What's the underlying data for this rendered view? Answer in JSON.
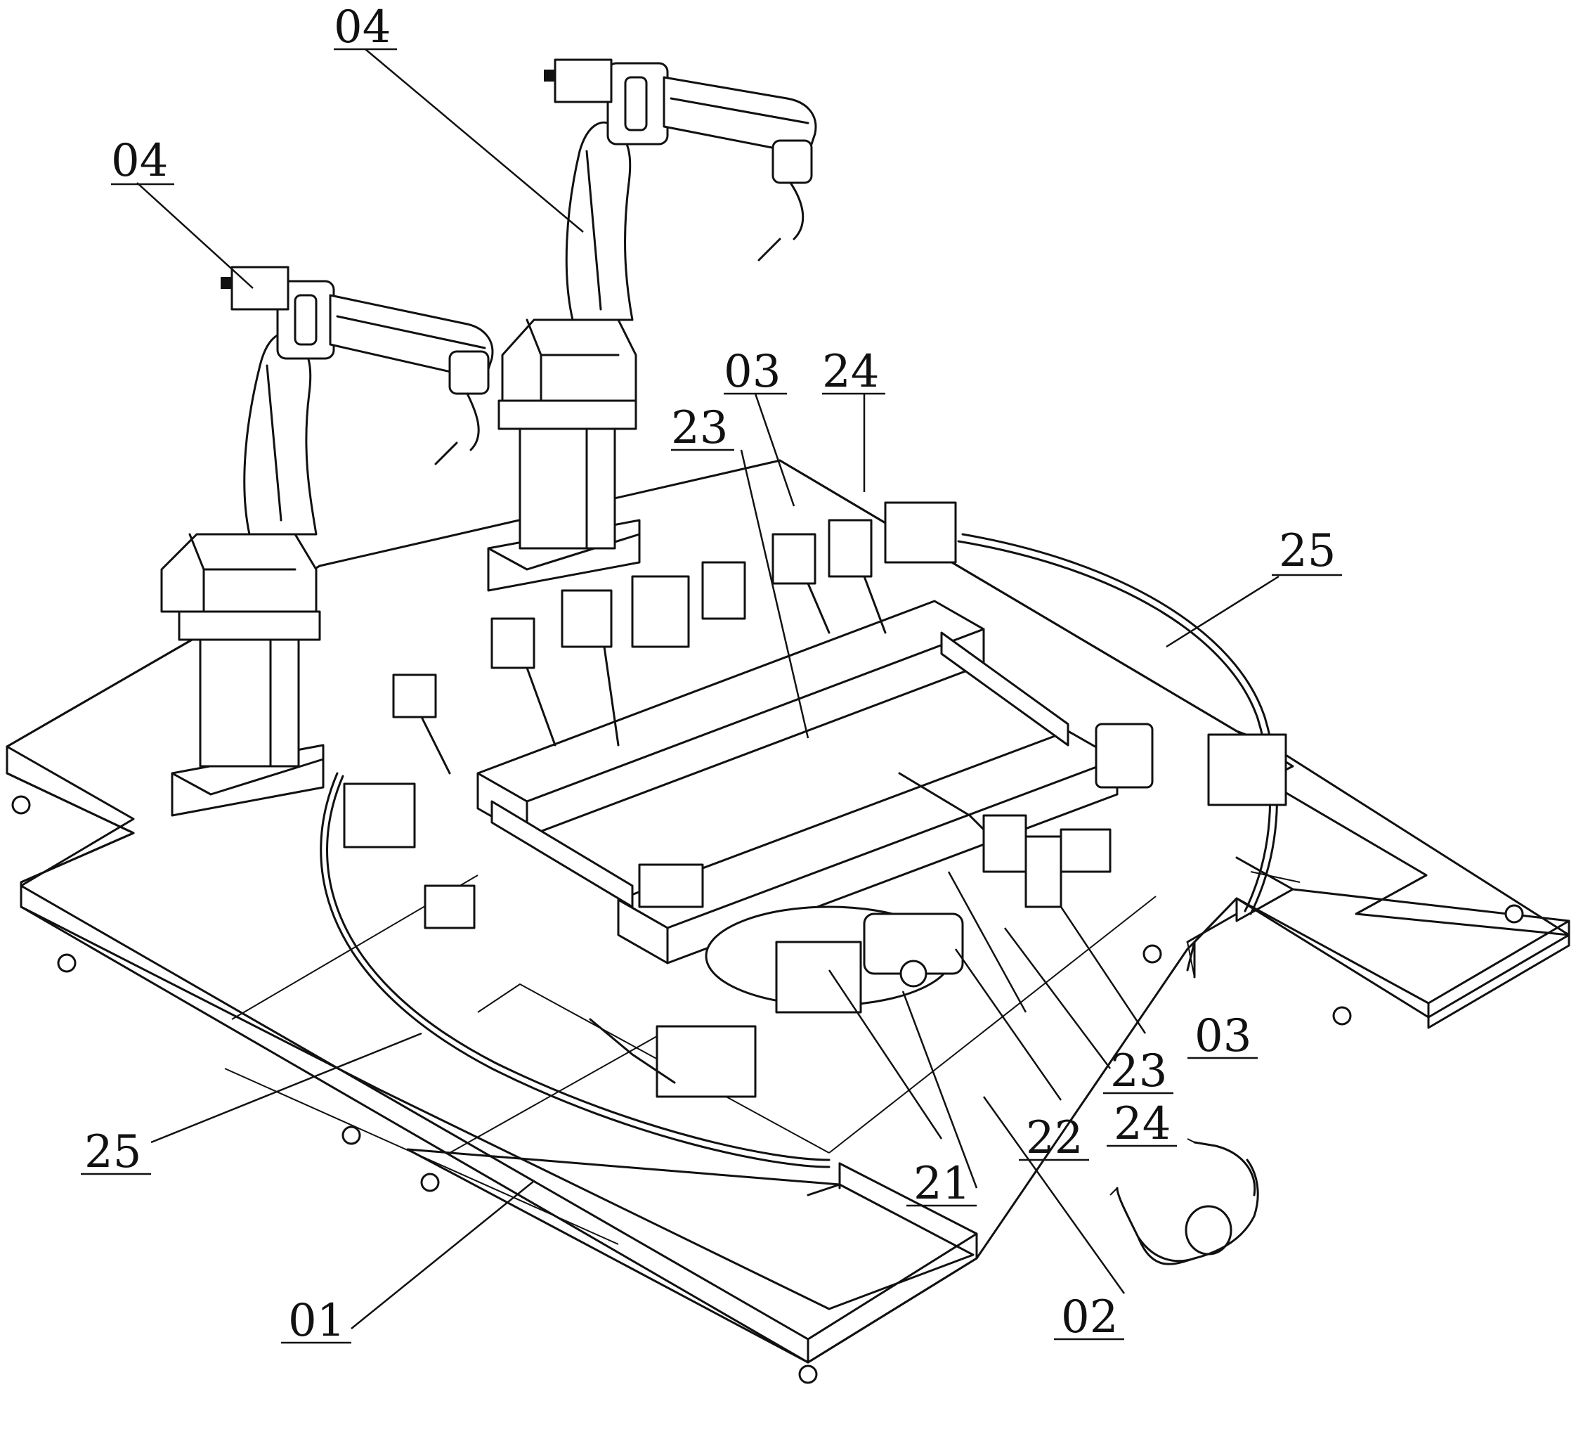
{
  "labels": {
    "base_platform": "01",
    "turntable": "02",
    "fixture_near": "03",
    "fixture_far": "03",
    "robot_left": "04",
    "robot_right": "04",
    "rotary_base": "21",
    "drive_motor": "22",
    "frame_upper": "23",
    "frame_lower": "23",
    "clamp_upper": "24",
    "clamp_lower": "24",
    "guard_rail_left": "25",
    "guard_rail_right": "25"
  }
}
